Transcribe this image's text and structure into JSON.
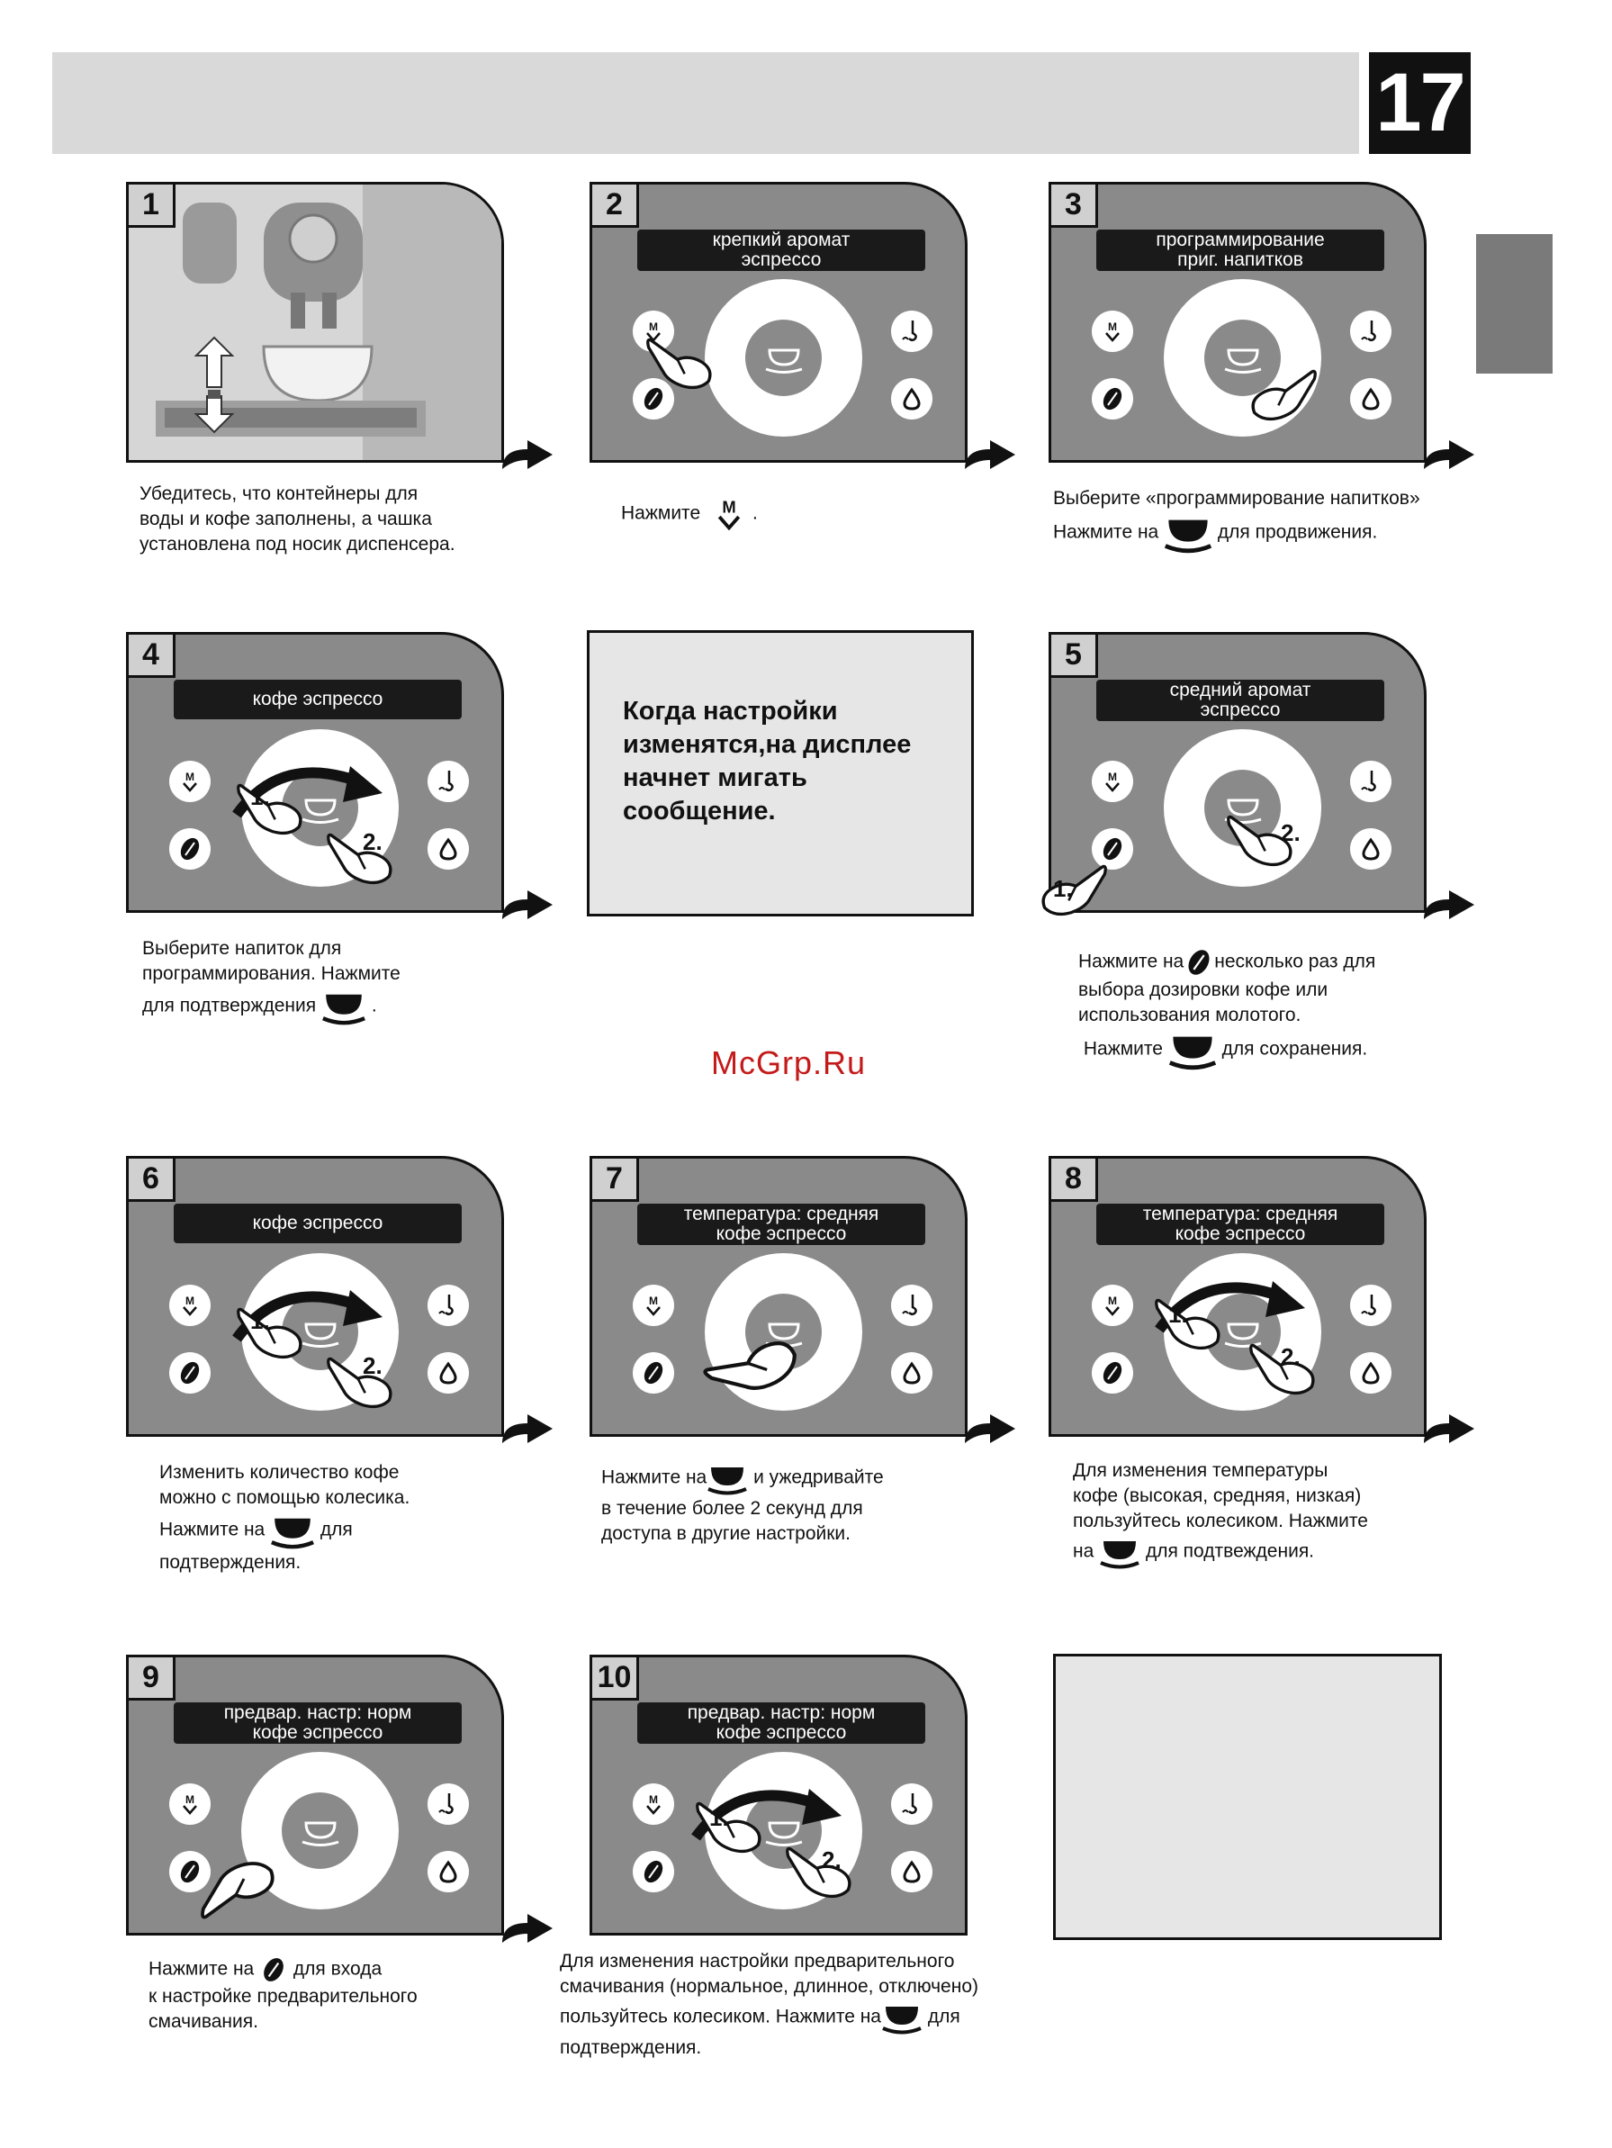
{
  "page_number": "17",
  "watermark": "McGrp.Ru",
  "note": "Когда настройки изменятся,на дисплее начнет мигать сообщение.",
  "steps": [
    {
      "num": "1",
      "display": [],
      "caption": [
        "Убедитесь, что контейнеры для",
        "воды и кофе заполнены, а чашка",
        "установлена под носик диспенсера."
      ]
    },
    {
      "num": "2",
      "display": [
        "крепкий аромат",
        "эспрессо"
      ],
      "caption": [
        "Нажмите",
        "."
      ]
    },
    {
      "num": "3",
      "display": [
        "программирование",
        "приг. напитков"
      ],
      "caption": [
        "Выберите «программирование напитков»",
        "Нажмите на",
        "для продвижения."
      ]
    },
    {
      "num": "4",
      "display": [
        "кофе эспрессо"
      ],
      "caption": [
        "Выберите напиток для",
        "программирования.  Нажмите",
        "для подтверждения",
        "."
      ]
    },
    {
      "num": "5",
      "display": [
        "средний аромат",
        "эспрессо"
      ],
      "caption": [
        "Нажмите на",
        "несколько раз для",
        "выбора дозировки кофе или",
        "использования молотого.",
        "Нажмите",
        "для сохранения."
      ]
    },
    {
      "num": "6",
      "display": [
        "кофе эспрессо"
      ],
      "caption": [
        "Изменить количество кофе",
        "можно с помощью колесика.",
        "Нажмите на",
        "для",
        "подтверждения."
      ]
    },
    {
      "num": "7",
      "display": [
        "температура: средняя",
        "кофе эспрессо"
      ],
      "caption": [
        "Нажмите на",
        "и ужедривайте",
        "в течение более 2 секунд для",
        "доступа в другие настройки."
      ]
    },
    {
      "num": "8",
      "display": [
        "температура: средняя",
        "кофе эспрессо"
      ],
      "caption": [
        "Для изменения температуры",
        "кофе (высокая, средняя, низкая)",
        "пользуйтесь колесиком. Нажмите",
        "на",
        "для подтвеждения."
      ]
    },
    {
      "num": "9",
      "display": [
        "предвар. настр: норм",
        "кофе эспрессо"
      ],
      "caption": [
        "Нажмите на",
        "для входа",
        "к настройке предварительного",
        "смачивания."
      ]
    },
    {
      "num": "10",
      "display": [
        "предвар. настр: норм",
        "кофе эспрессо"
      ],
      "caption": [
        "Для изменения настройки предварительного",
        "смачивания (нормальное, длинное, отключено)",
        "пользуйтесь колесиком. Нажмите на",
        "для",
        "подтверждения."
      ]
    }
  ],
  "touch_labels": {
    "first": "1.",
    "second": "2."
  },
  "button_glyphs": {
    "menu": "M"
  }
}
